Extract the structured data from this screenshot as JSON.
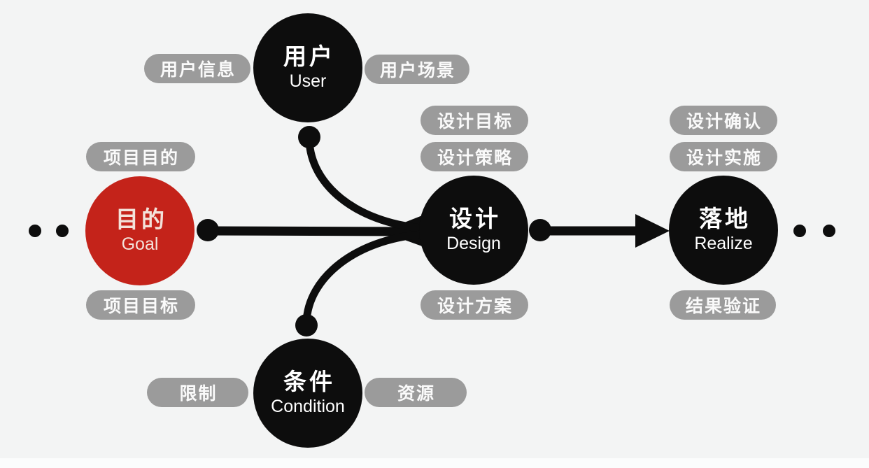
{
  "diagram": {
    "title": "design-process-flow",
    "nodes": {
      "goal": {
        "zh": "目的",
        "en": "Goal"
      },
      "user": {
        "zh": "用户",
        "en": "User"
      },
      "design": {
        "zh": "设计",
        "en": "Design"
      },
      "realize": {
        "zh": "落地",
        "en": "Realize"
      },
      "condition": {
        "zh": "条件",
        "en": "Condition"
      }
    },
    "pills": {
      "goal_top": "项目目的",
      "goal_bottom": "项目目标",
      "user_left": "用户信息",
      "user_right": "用户场景",
      "design_top1": "设计目标",
      "design_top2": "设计策略",
      "design_bottom": "设计方案",
      "realize_top1": "设计确认",
      "realize_top2": "设计实施",
      "realize_bottom": "结果验证",
      "condition_left": "限制",
      "condition_right": "资源"
    },
    "edges": [
      {
        "from": "goal",
        "to": "design",
        "style": "line-with-knob"
      },
      {
        "from": "user",
        "to": "design",
        "style": "curve-with-knob"
      },
      {
        "from": "condition",
        "to": "design",
        "style": "curve-with-knob"
      },
      {
        "from": "design",
        "to": "realize",
        "style": "arrow-with-knob"
      }
    ],
    "continuation": {
      "left_dots": 2,
      "right_dots": 2
    },
    "colors": {
      "background": "#f3f4f4",
      "node_black": "#0d0d0d",
      "node_red": "#c4231a",
      "pill_gray": "#9b9b9b",
      "text_light": "#ffffff"
    }
  }
}
